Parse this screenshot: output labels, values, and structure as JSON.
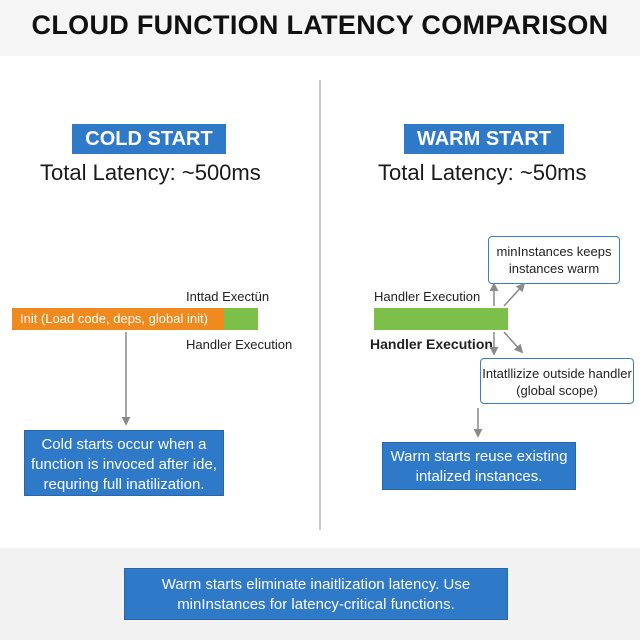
{
  "title": "CLOUD FUNCTION LATENCY COMPARISON",
  "cold": {
    "tag": "COLD START",
    "total": "Total Latency: ~500ms",
    "label_top": "Inttad Exectün",
    "bar_init_label": "Init (Load code, deps, global init)",
    "label_handler": "Handler Execution",
    "note_lines": [
      "Cold starts occur when a",
      "function is invoced after ide,",
      "requring full inatilization."
    ]
  },
  "warm": {
    "tag": "WARM START",
    "total": "Total Latency: ~50ms",
    "label_top": "Handler Execution",
    "label_bottom": "Handler Execution",
    "callout_top_lines": [
      "minInstances keeps",
      "instances warm"
    ],
    "callout_bottom_lines": [
      "Intatllizize outside handler",
      "(global scope)"
    ],
    "note_lines": [
      "Warm starts reuse existing",
      "intalized instances."
    ]
  },
  "footer_lines": [
    "Warm starts eliminate inaitlization latency. Use",
    "minInstances for latency-critical functions."
  ],
  "colors": {
    "accent_blue": "#2f79c9",
    "init_orange": "#f08a1e",
    "handler_green": "#7cc04a"
  }
}
